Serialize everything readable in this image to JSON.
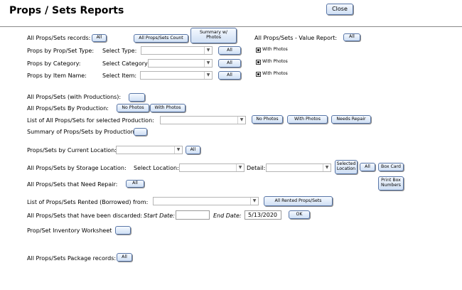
{
  "header": {
    "title": "Props / Sets Reports",
    "close_label": "Close"
  },
  "rows": {
    "all_records": {
      "label": "All Props/Sets records:",
      "all_btn": "All",
      "count_btn": "All Props/Sets Count",
      "summary_btn": "Summary w/ Photos"
    },
    "value_report": {
      "label": "All Props/Sets - Value Report:",
      "all_btn": "All"
    },
    "by_type": {
      "label": "Props by Prop/Set Type:",
      "select_label": "Select Type:",
      "all_btn": "All",
      "with_photos": "With Photos"
    },
    "by_category": {
      "label": "Props by Category:",
      "select_label": "Select Category:",
      "all_btn": "All",
      "with_photos": "With Photos"
    },
    "by_item": {
      "label": "Props by Item Name:",
      "select_label": "Select Item:",
      "all_btn": "All",
      "with_photos": "With Photos"
    },
    "with_productions": {
      "label": "All Props/Sets (with Productions):"
    },
    "by_production": {
      "label": "All Props/Sets By Production:",
      "no_photos_btn": "No Photos",
      "with_photos_btn": "With Photos"
    },
    "list_for_production": {
      "label": "List of All Props/Sets for selected Production:",
      "no_photos_btn": "No Photos",
      "with_photos_btn": "With Photos",
      "needs_repair_btn": "Needs Repair"
    },
    "summary_by_production": {
      "label": "Summary of Props/Sets by Production:"
    },
    "current_location": {
      "label": "Props/Sets by Current Location:",
      "all_btn": "All"
    },
    "storage_location": {
      "label": "All Props/Sets by Storage Location:",
      "select_label": "Select Location:",
      "detail_label": "Detail:",
      "selected_btn": "Selected Location",
      "all_btn": "All",
      "box_card_btn": "Box Card"
    },
    "need_repair": {
      "label": "All Props/Sets that Need Repair:",
      "all_btn": "All",
      "print_box_btn": "Print Box Numbers"
    },
    "rented": {
      "label": "List of Props/Sets Rented (Borrowed) from:",
      "all_rented_btn": "All Rented Props/Sets"
    },
    "discarded": {
      "label": "All Props/Sets that have been discarded:",
      "start_label": "Start Date:",
      "end_label": "End Date:",
      "end_value": "5/13/2020",
      "ok_btn": "OK"
    },
    "worksheet": {
      "label": "Prop/Set Inventory Worksheet"
    },
    "package": {
      "label": "All Props/Sets Package records:",
      "all_btn": "All"
    }
  }
}
